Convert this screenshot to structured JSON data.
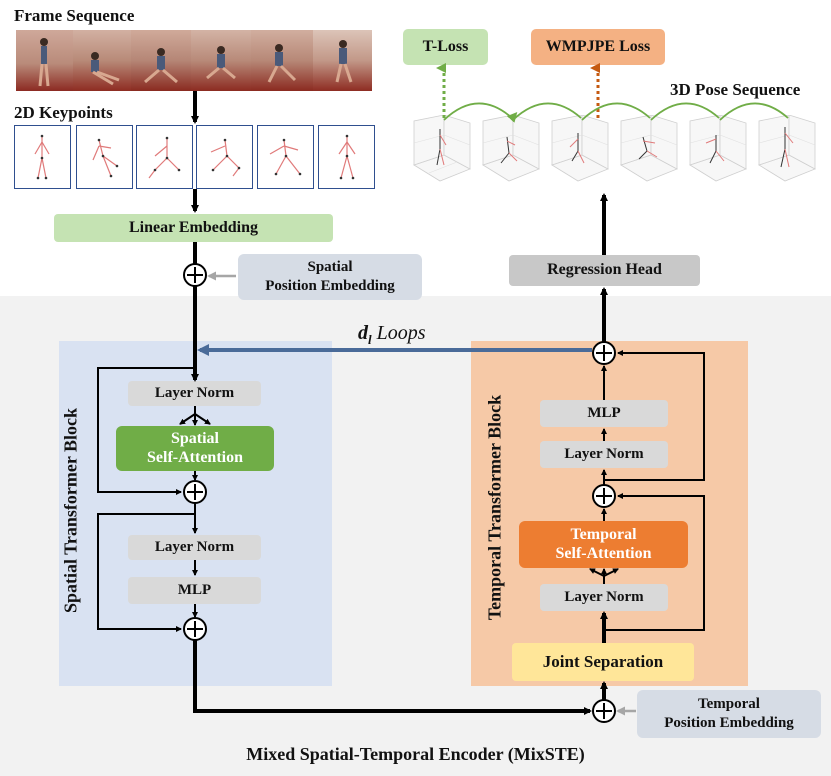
{
  "top": {
    "frame_sequence_label": "Frame Sequence",
    "keypoints_label": "2D Keypoints",
    "pose_sequence_label": "3D Pose Sequence",
    "t_loss": "T-Loss",
    "wmpjpe_loss": "WMPJPE Loss",
    "linear_embedding": "Linear Embedding",
    "regression_head": "Regression Head",
    "spatial_pos_embed_1": "Spatial",
    "spatial_pos_embed_2": "Position Embedding",
    "loops_d": "d",
    "loops_sub": "l",
    "loops_text": "Loops"
  },
  "spatial": {
    "title": "Spatial Transformer Block",
    "layer_norm_1": "Layer Norm",
    "attention_1": "Spatial",
    "attention_2": "Self-Attention",
    "layer_norm_2": "Layer Norm",
    "mlp": "MLP"
  },
  "temporal": {
    "title": "Temporal Transformer Block",
    "mlp": "MLP",
    "layer_norm_1": "Layer Norm",
    "attention_1": "Temporal",
    "attention_2": "Self-Attention",
    "layer_norm_2": "Layer Norm",
    "joint_separation": "Joint Separation",
    "pos_embed_1": "Temporal",
    "pos_embed_2": "Position Embedding"
  },
  "caption": "Mixed Spatial-Temporal Encoder (MixSTE)",
  "colors": {
    "spatial_block": "#d9e2f2",
    "temporal_block": "#f6c9a7",
    "loop_arrow": "#4a6b99",
    "t_loss_arrow": "#70ad47",
    "wmpjpe_arrow": "#c55a11"
  }
}
